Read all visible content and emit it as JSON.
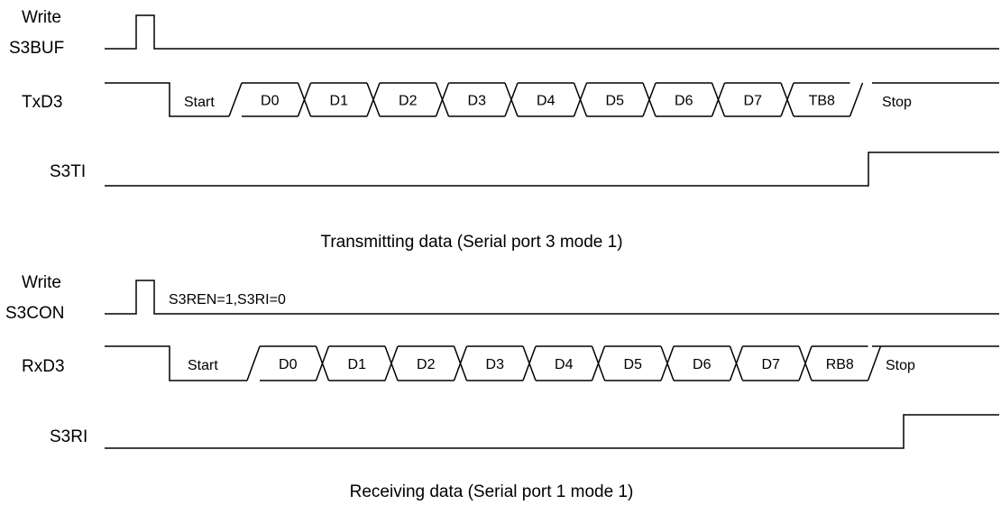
{
  "transmit": {
    "write_label_line1": "Write",
    "write_label_line2": "S3BUF",
    "data_line_label": "TxD3",
    "flag_label": "S3TI",
    "start_label": "Start",
    "slots": [
      "D0",
      "D1",
      "D2",
      "D3",
      "D4",
      "D5",
      "D6",
      "D7",
      "TB8"
    ],
    "stop_label": "Stop",
    "caption": "Transmitting data (Serial port 3 mode 1)"
  },
  "receive": {
    "write_label_line1": "Write",
    "write_label_line2": "S3CON",
    "write_note": "S3REN=1,S3RI=0",
    "data_line_label": "RxD3",
    "flag_label": "S3RI",
    "start_label": "Start",
    "slots": [
      "D0",
      "D1",
      "D2",
      "D3",
      "D4",
      "D5",
      "D6",
      "D7",
      "RB8"
    ],
    "stop_label": "Stop",
    "caption": "Receiving data (Serial port 1 mode 1)"
  }
}
